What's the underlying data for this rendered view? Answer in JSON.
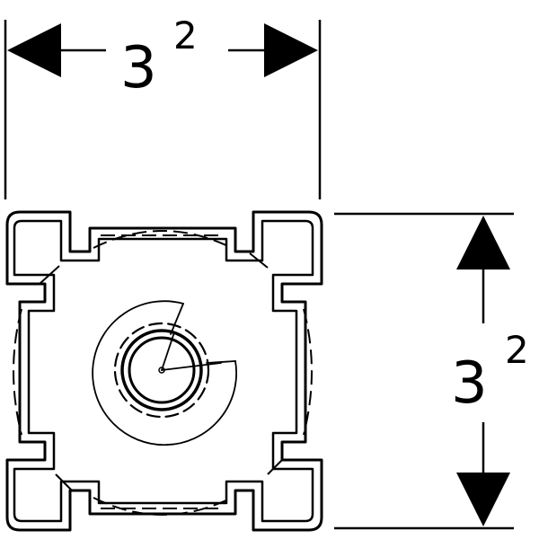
{
  "dimensions": {
    "horizontal": {
      "base": "3",
      "exponent": "2"
    },
    "vertical": {
      "base": "3",
      "exponent": "2"
    }
  },
  "colors": {
    "stroke": "#000000",
    "background": "#ffffff"
  }
}
